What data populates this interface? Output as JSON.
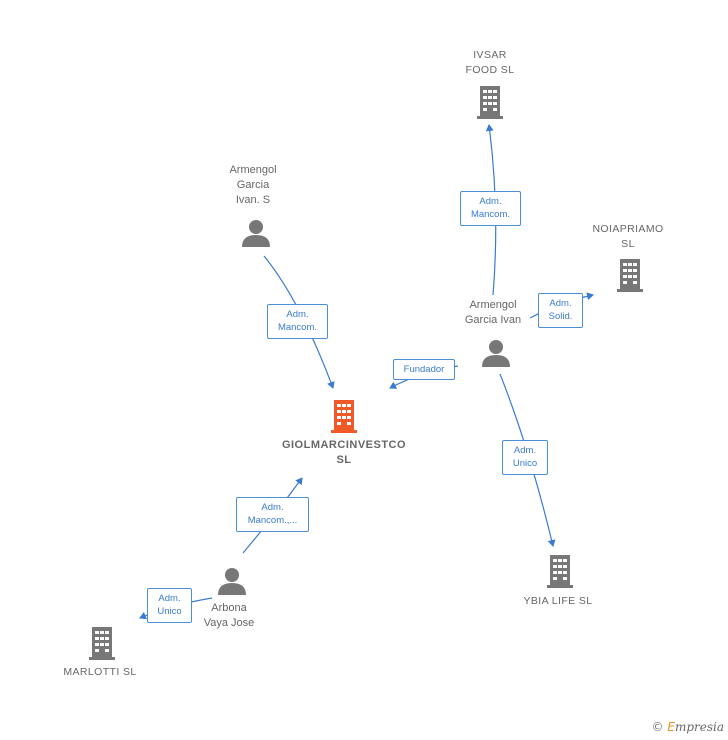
{
  "nodes": {
    "giolmarcinvestco": {
      "name": "GIOLMARCINVESTCO\nSL",
      "icon": "building-icon",
      "color": "#f05a28"
    },
    "ivsar": {
      "name": "IVSAR\nFOOD  SL",
      "icon": "building-icon"
    },
    "noiapriamo": {
      "name": "NOIAPRIAMO\nSL",
      "icon": "building-icon"
    },
    "ybia": {
      "name": "YBIA LIFE  SL",
      "icon": "building-icon"
    },
    "marlotti": {
      "name": "MARLOTTI  SL",
      "icon": "building-icon"
    },
    "armengol_s": {
      "name": "Armengol\nGarcia\nIvan.  S",
      "icon": "person-icon"
    },
    "armengol_ivan": {
      "name": "Armengol\nGarcia Ivan",
      "icon": "person-icon"
    },
    "arbona": {
      "name": "Arbona\nVaya Jose",
      "icon": "person-icon"
    }
  },
  "edges": {
    "armengol_s_to_gio": "Adm.\nMancom.",
    "armengol_ivan_to_gio": "Fundador",
    "armengol_ivan_to_ivsar": "Adm.\nMancom.",
    "armengol_ivan_to_noiapriamo": "Adm.\nSolid.",
    "armengol_ivan_to_ybia": "Adm.\nUnico",
    "arbona_to_gio": "Adm.\nMancom.,...",
    "arbona_to_marlotti": "Adm.\nUnico"
  },
  "colors": {
    "edge": "#3a7bd0",
    "icon": "#777777",
    "focus": "#f05a28"
  },
  "footer": {
    "copyright": "©",
    "brand_first": "E",
    "brand_rest": "mpresia"
  }
}
